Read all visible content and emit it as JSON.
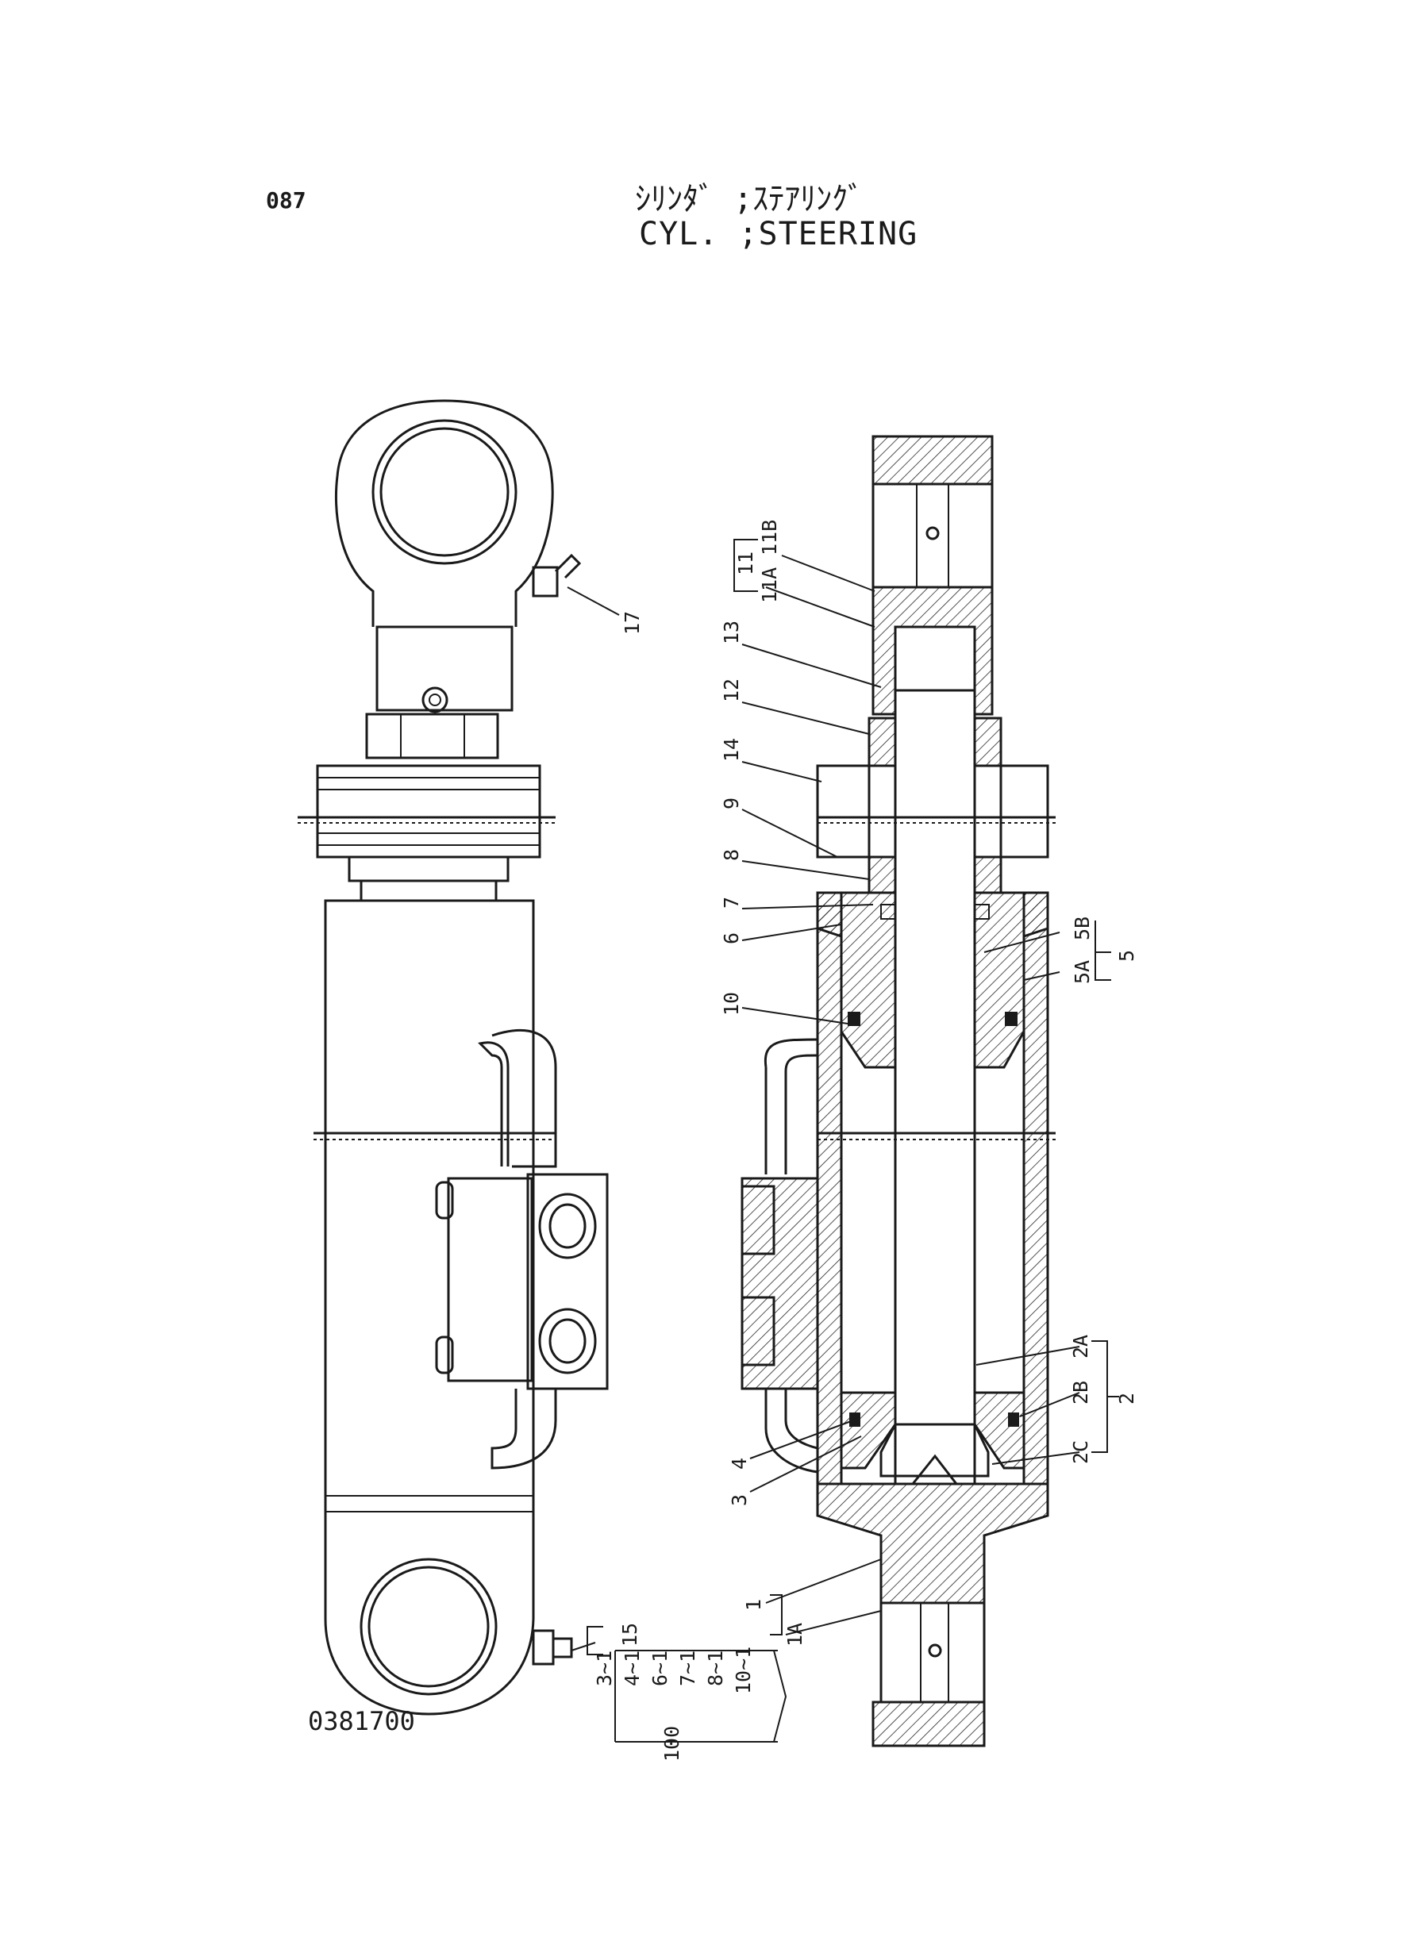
{
  "header": {
    "page_number": "087",
    "title_ja": "ｼﾘﾝﾀﾞ ;ｽﾃｱﾘﾝｸﾞ",
    "title_en": "CYL. ;STEERING"
  },
  "footer": {
    "drawing_number": "0381700"
  },
  "callouts": {
    "c1": "1",
    "c1A": "1A",
    "c2": "2",
    "c2A": "2A",
    "c2B": "2B",
    "c2C": "2C",
    "c3": "3",
    "c4": "4",
    "c5": "5",
    "c5A": "5A",
    "c5B": "5B",
    "c6": "6",
    "c7": "7",
    "c8": "8",
    "c9": "9",
    "c10": "10",
    "c11": "11",
    "c11A": "11A",
    "c11B": "11B",
    "c12": "12",
    "c13": "13",
    "c14": "14",
    "c15": "15",
    "c17": "17"
  },
  "kit": {
    "label": "100",
    "items": [
      "3~1",
      "4~1",
      "6~1",
      "7~1",
      "8~1",
      "10~1"
    ]
  }
}
